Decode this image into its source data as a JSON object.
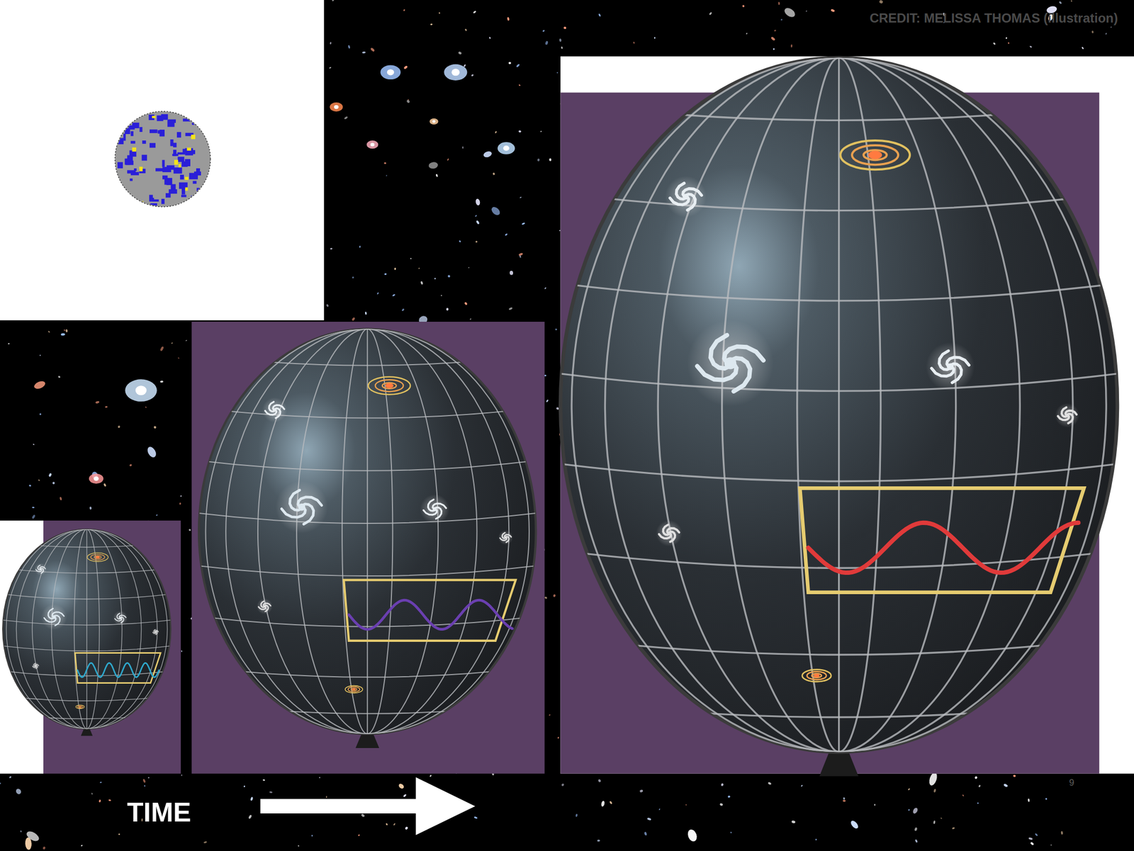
{
  "diagram": {
    "labels": [
      "CREDIT: MELISSA THOMAS (illustration)",
      "TIME",
      "9"
    ]
  }
}
